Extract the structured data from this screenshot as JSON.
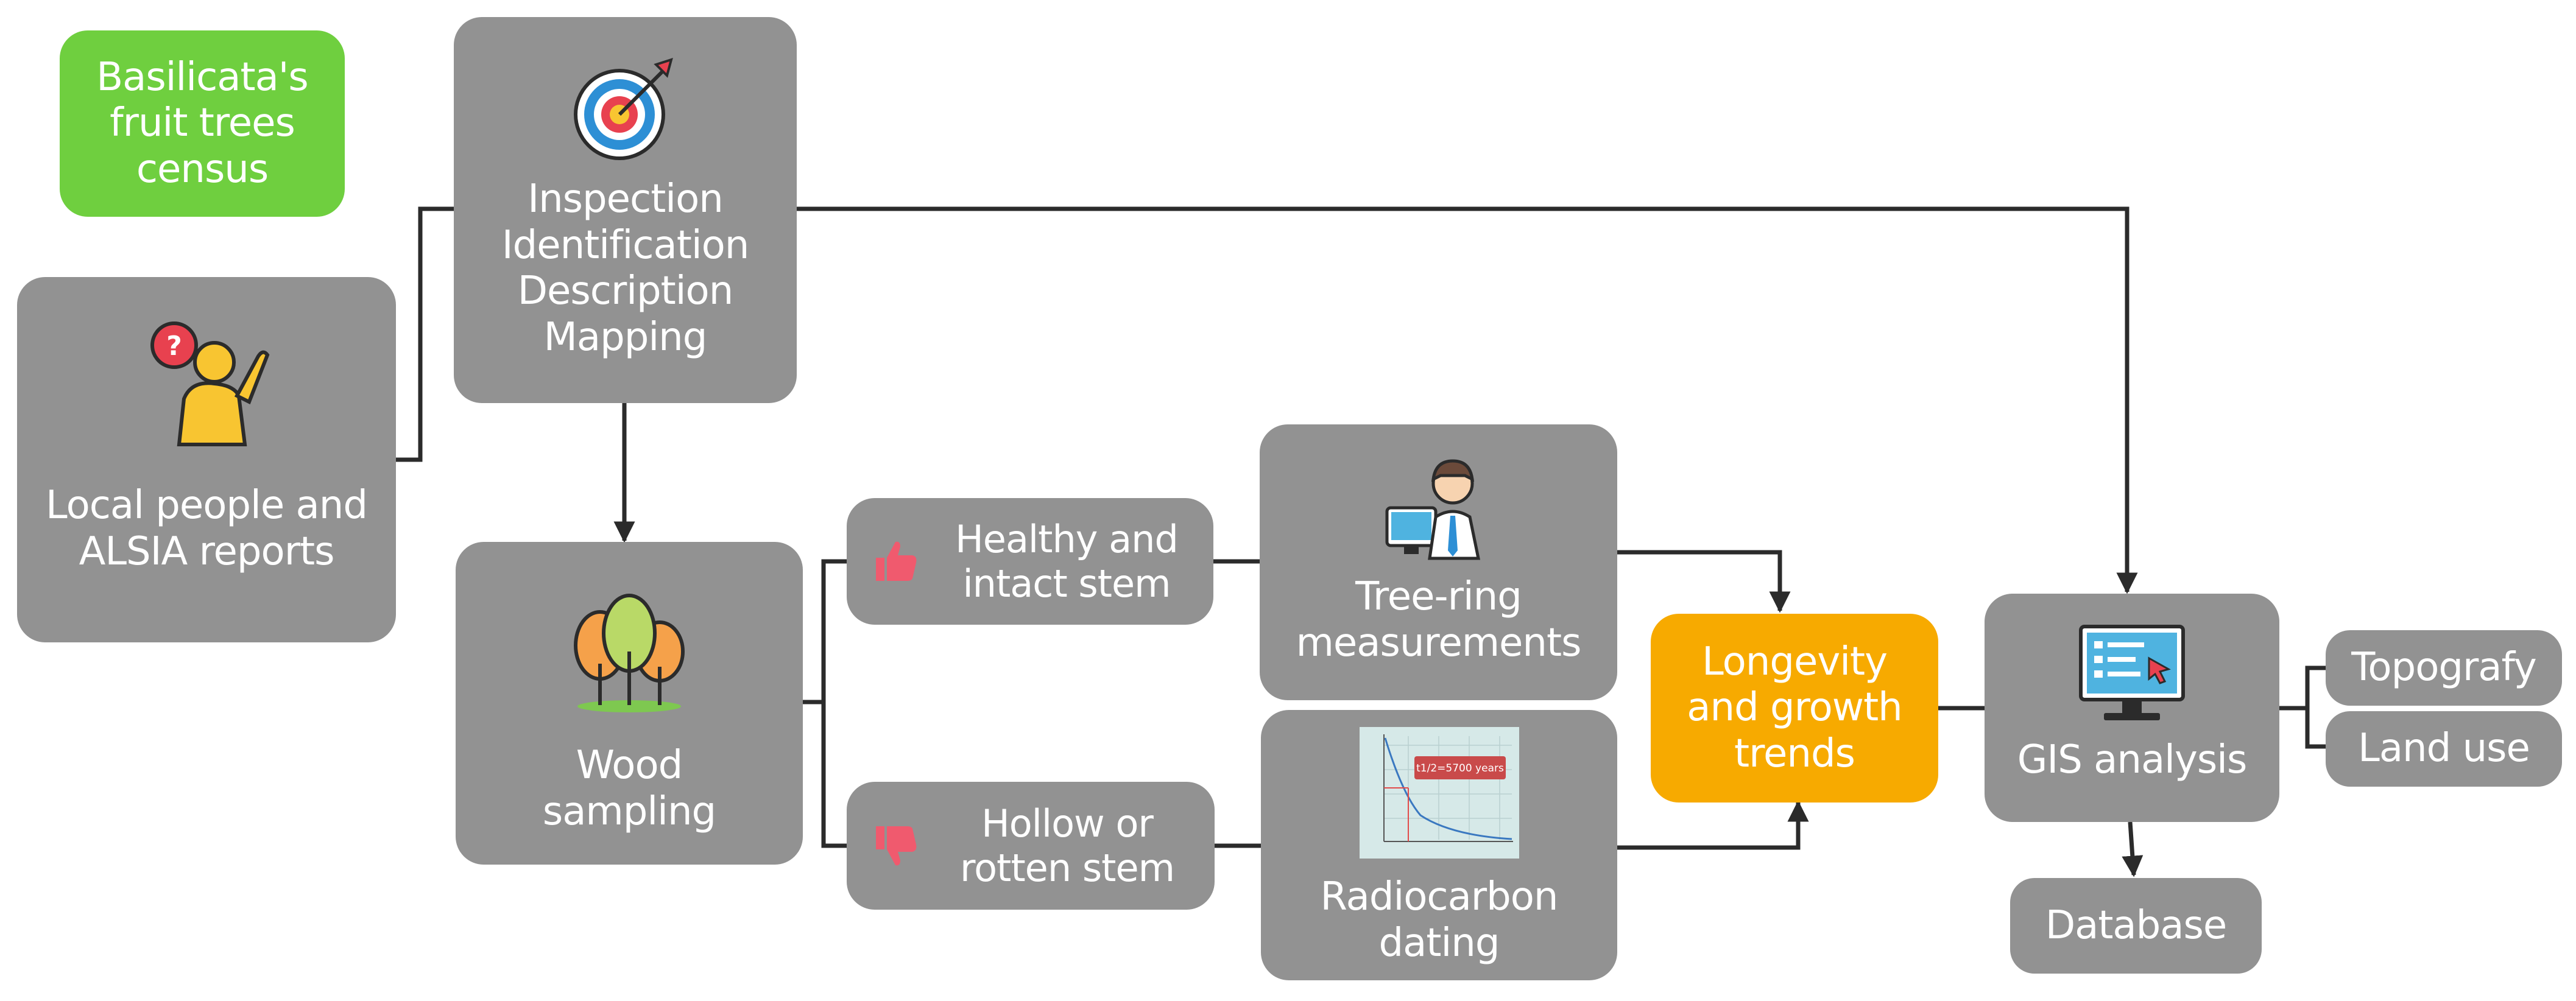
{
  "census": {
    "lines": [
      "Basilicata's",
      "fruit trees",
      "census"
    ]
  },
  "local": {
    "lines": [
      "Local people and",
      "ALSIA reports"
    ]
  },
  "inspection": {
    "lines": [
      "Inspection",
      "Identification",
      "Description",
      "Mapping"
    ]
  },
  "wood": {
    "lines": [
      "Wood",
      "sampling"
    ]
  },
  "healthy": {
    "lines": [
      "Healthy and",
      "intact stem"
    ]
  },
  "hollow": {
    "lines": [
      "Hollow or",
      "rotten stem"
    ]
  },
  "treering": {
    "lines": [
      "Tree-ring",
      "measurements"
    ]
  },
  "radiocarbon": {
    "lines": [
      "Radiocarbon",
      "dating"
    ],
    "chart_label": "t1/2=5700 years"
  },
  "longevity": {
    "lines": [
      "Longevity",
      "and growth",
      "trends"
    ]
  },
  "gis": {
    "lines": [
      "GIS analysis"
    ]
  },
  "topografy": {
    "lines": [
      "Topografy"
    ]
  },
  "landuse": {
    "lines": [
      "Land use"
    ]
  },
  "database": {
    "lines": [
      "Database"
    ]
  },
  "colors": {
    "box": "#929292",
    "green": "#6fcf3f",
    "orange": "#f7aa00",
    "line": "#2b2b2b",
    "thumb": "#f05a6e"
  },
  "icons": [
    "target-icon",
    "person-question-icon",
    "trees-icon",
    "thumbs-up-icon",
    "thumbs-down-icon",
    "technician-computer-icon",
    "decay-curve-chart-icon",
    "monitor-icon"
  ]
}
